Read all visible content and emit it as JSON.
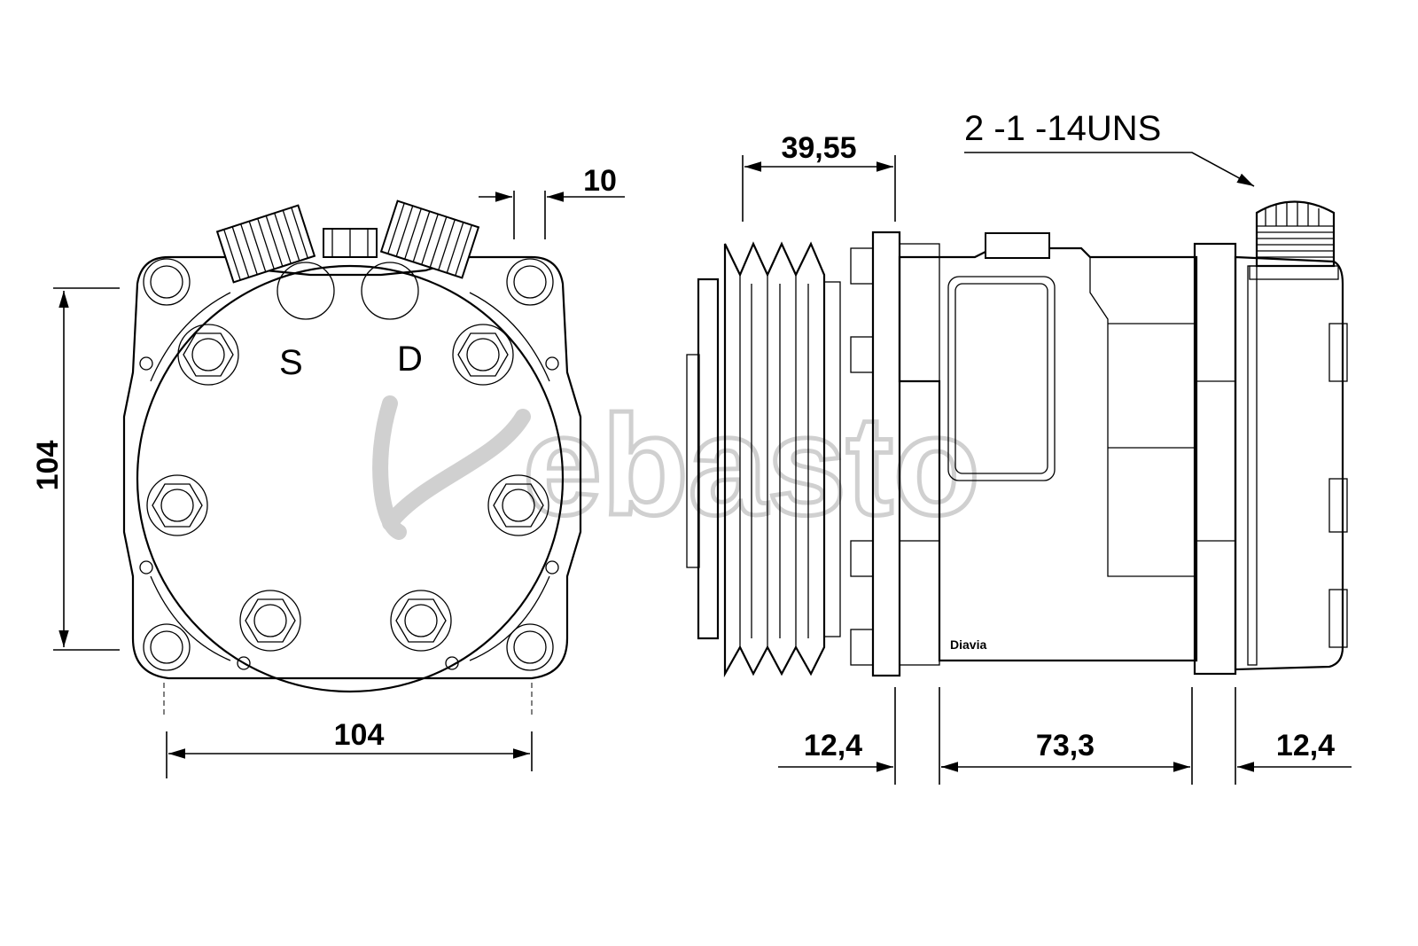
{
  "front_view": {
    "ports": {
      "suction": "S",
      "discharge": "D"
    },
    "dims": {
      "height": "104",
      "width": "104",
      "offset": "10"
    }
  },
  "side_view": {
    "dims": {
      "pulley": "39,55",
      "left_flange": "12,4",
      "body": "73,3",
      "right_flange": "12,4"
    },
    "thread_callout": "2  -1 -14UNS",
    "brand_mark": "Diavia"
  },
  "watermark": "ebasto"
}
